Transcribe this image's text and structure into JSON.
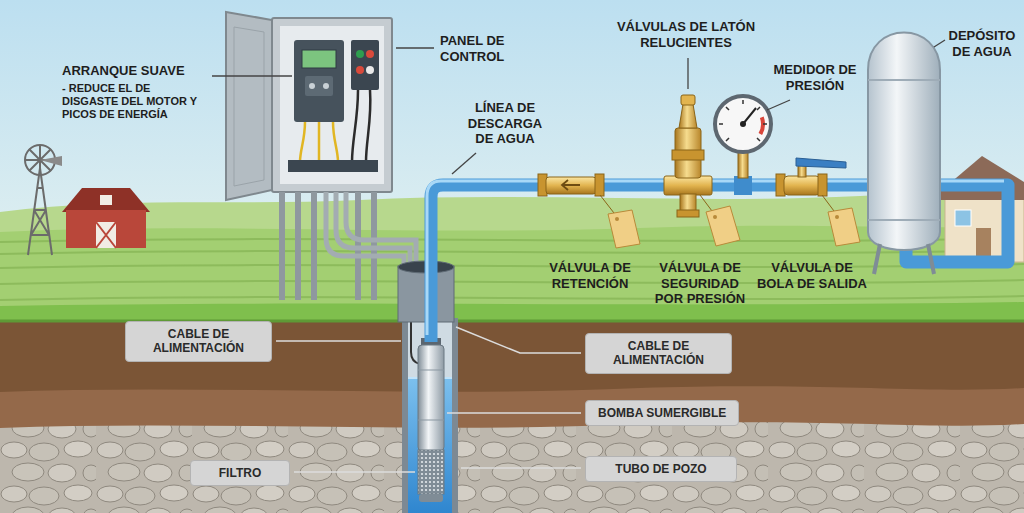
{
  "diagram": {
    "nodes": [
      {
        "text": [
          "CABLE DE ALIMENTACIÓN"
        ]
      },
      {
        "text": [
          "CABLE DE ALIMENTACIÓN"
        ]
      },
      {
        "text": [
          "BOMBA SUMERGIBLE"
        ]
      },
      {
        "text": [
          "FILTRO"
        ]
      },
      {
        "text": [
          "TUBO DE POZO"
        ]
      }
    ],
    "labels": [
      "ARRANQUE SUAVE",
      "- REDUCE EL DE DISGASTE DEL MOTOR Y PICOS DE ENERGÍA",
      "PANEL DE CONTROL",
      "VÁLVULAS DE LATÓN RELUCIENTES",
      "DEPÓSITO DE AGUA",
      "MEDIDOR DE PRESIÓN",
      "LÍNEA DE DESCARGA DE AGUA",
      "VÁLVULA DE RETENCIÓN",
      "VÁLVULA DE SEGURIDAD POR PRESIÓN",
      "VÁLVULA DE BOLA DE SALIDA"
    ]
  }
}
